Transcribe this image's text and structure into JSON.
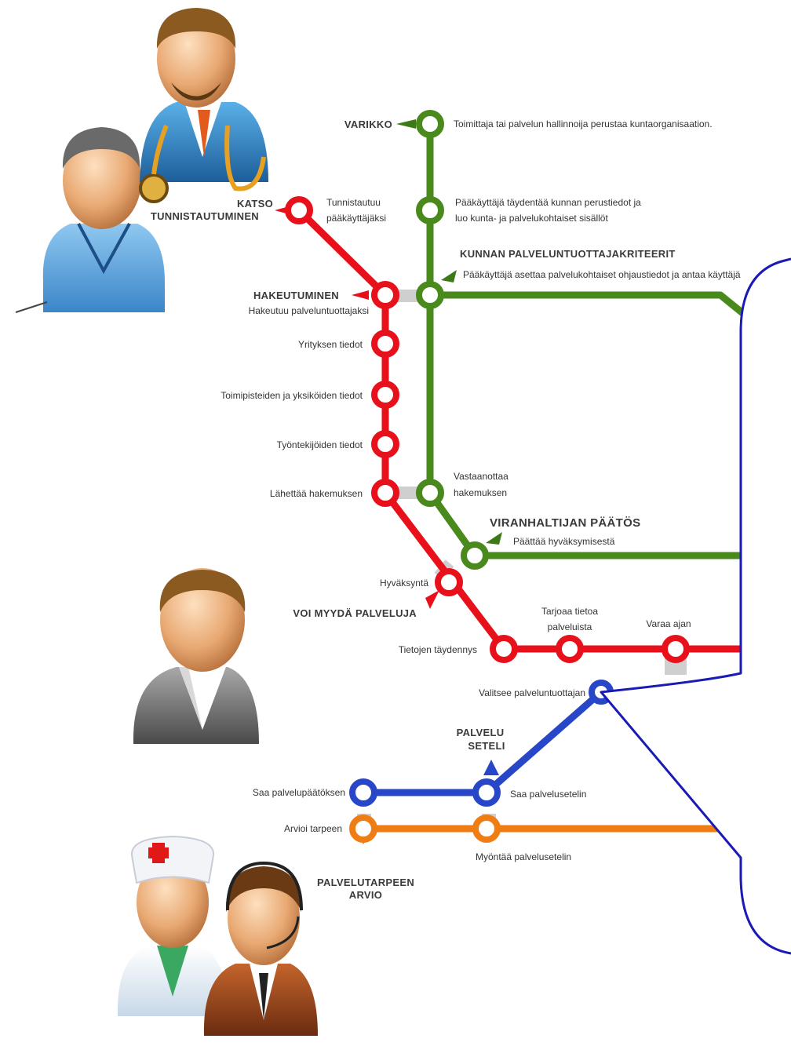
{
  "colors": {
    "green": "#4a8a1c",
    "red": "#e8101a",
    "blue": "#2846c8",
    "orange": "#ef7d14",
    "connector": "#cfcfcf",
    "callout_border": "#1a1ab4"
  },
  "persons": [
    {
      "name": "doctor",
      "icon": "doctor-icon"
    },
    {
      "name": "admin",
      "icon": "person-lanyard-icon"
    },
    {
      "name": "customer",
      "icon": "person-icon"
    },
    {
      "name": "nurse",
      "icon": "nurse-icon"
    },
    {
      "name": "service advisor",
      "icon": "headset-person-icon"
    }
  ],
  "lines": {
    "green": {
      "varikko": "VARIKKO",
      "varikko_desc": "Toimittaja tai palvelun hallinnoija perustaa kuntaorganisaation.",
      "stop2_line1": "Pääkäyttäjä täydentää kunnan perustiedot ja",
      "stop2_line2": "luo kunta- ja palvelukohtaiset sisällöt",
      "kriteerit": "KUNNAN PALVELUNTUOTTAJAKRITEERIT",
      "kriteerit_desc": "Pääkäyttäjä asettaa palvelukohtaiset ohjaustiedot ja antaa käyttäjä",
      "vastaanottaa_line1": "Vastaanottaa",
      "vastaanottaa_line2": "hakemuksen",
      "paatos": "VIRANHALTIJAN PÄÄTÖS",
      "paatos_desc": "Päättää hyväksymisestä"
    },
    "red": {
      "katso_line1": "KATSO",
      "katso_line2": "TUNNISTAUTUMINEN",
      "tunnistautuu_line1": "Tunnistautuu",
      "tunnistautuu_line2": "pääkäyttäjäksi",
      "hakeutuminen": "HAKEUTUMINEN",
      "hakeutuminen_desc": "Hakeutuu palveluntuottajaksi",
      "yritys": "Yrityksen tiedot",
      "toimipisteet": "Toimipisteiden ja yksiköiden tiedot",
      "tyontekijat": "Työntekijöiden tiedot",
      "lahettaa": "Lähettää hakemuksen",
      "hyvaksynta": "Hyväksyntä",
      "voi_myyda": "VOI MYYDÄ PALVELUJA",
      "taydennys": "Tietojen täydennys",
      "tarjoaa_line1": "Tarjoaa tietoa",
      "tarjoaa_line2": "palveluista",
      "varaa": "Varaa ajan"
    },
    "blue": {
      "valitsee": "Valitsee palveluntuottajan",
      "seteli_line1": "PALVELU",
      "seteli_line2": "SETELI",
      "saa_paatos": "Saa palvelupäätöksen",
      "saa_seteli": "Saa palvelusetelin"
    },
    "orange": {
      "arvioi": "Arvioi tarpeen",
      "myontaa": "Myöntää palvelusetelin",
      "arvio_line1": "PALVELUTARPEEN",
      "arvio_line2": "ARVIO"
    }
  }
}
